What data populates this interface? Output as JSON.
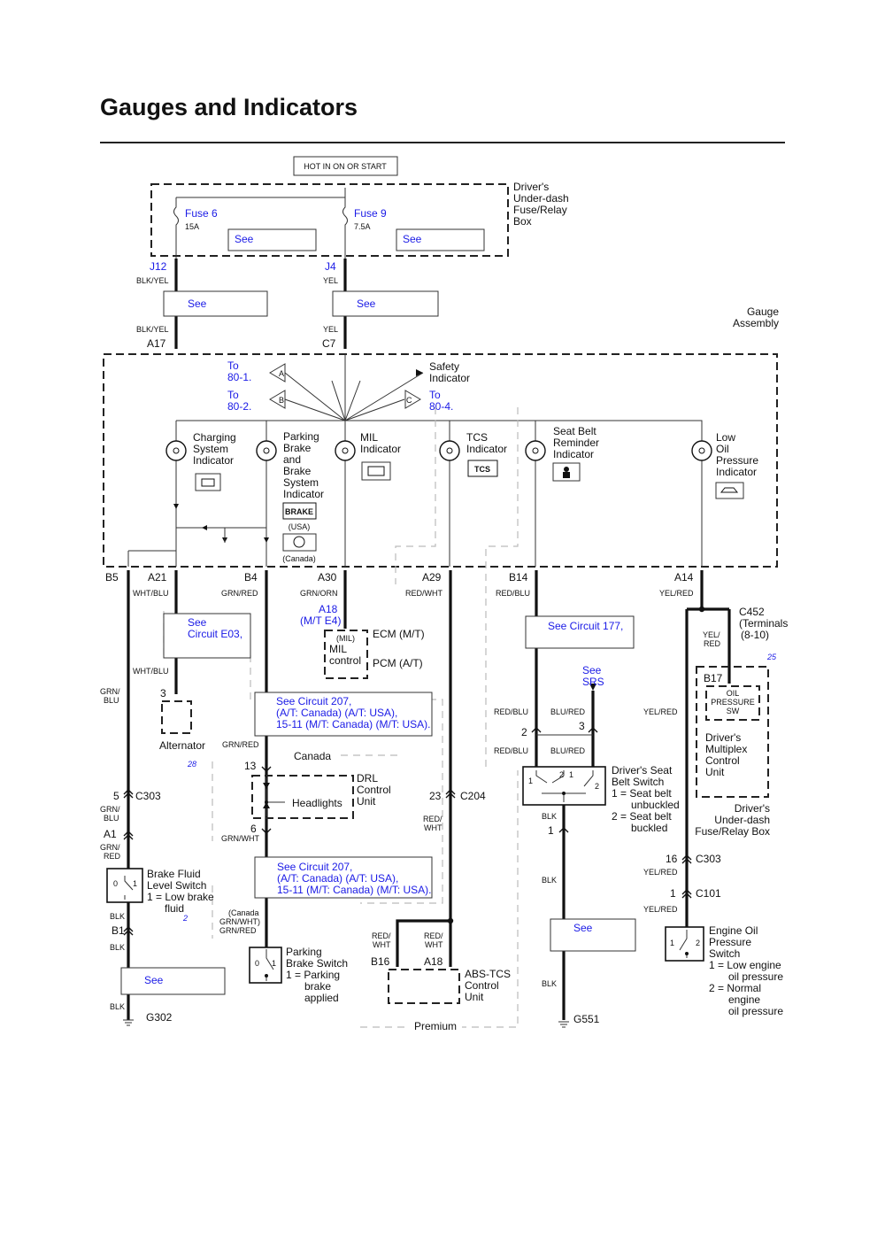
{
  "title": "Gauges and Indicators",
  "labels": {
    "hot_in_on": "HOT IN ON OR START",
    "fusebox_1": "Driver's",
    "fusebox_2": "Under-dash",
    "fusebox_3": "Fuse/Relay",
    "fusebox_4": "Box",
    "fuse6": "Fuse 6",
    "fuse6_a": "15A",
    "fuse9": "Fuse 9",
    "fuse9_a": "7.5A",
    "see": "See",
    "j12": "J12",
    "j4": "J4",
    "blk_yel": "BLK/YEL",
    "yel": "YEL",
    "a17": "A17",
    "c7": "C7",
    "gauge_1": "Gauge",
    "gauge_2": "Assembly",
    "to": "To",
    "to_801": "80-1.",
    "to_802": "80-2.",
    "to_804": "80-4.",
    "conn_a": "A",
    "conn_b": "B",
    "conn_c": "C",
    "safety_1": "Safety",
    "safety_2": "Indicator",
    "charging_1": "Charging",
    "charging_2": "System",
    "charging_3": "Indicator",
    "parking_1": "Parking",
    "parking_2": "Brake",
    "parking_3": "and",
    "parking_4": "Brake",
    "parking_5": "System",
    "parking_6": "Indicator",
    "brake_badge": "BRAKE",
    "usa_paren": "(USA)",
    "canada_paren": "(Canada)",
    "mil_1": "MIL",
    "mil_2": "Indicator",
    "tcs_1": "TCS",
    "tcs_2": "Indicator",
    "tcs_badge": "TCS",
    "seat_1": "Seat Belt",
    "seat_2": "Reminder",
    "seat_3": "Indicator",
    "oil_1": "Low",
    "oil_2": "Oil",
    "oil_3": "Pressure",
    "oil_4": "Indicator",
    "b5": "B5",
    "a21": "A21",
    "b4": "B4",
    "a30": "A30",
    "a29": "A29",
    "b14": "B14",
    "a14": "A14",
    "wht_blu": "WHT/BLU",
    "grn_red": "GRN/RED",
    "grn_orn": "GRN/ORN",
    "red_wht": "RED/WHT",
    "red_blu": "RED/BLU",
    "yel_red": "YEL/RED",
    "see_e03_1": "See",
    "see_e03_2": "Circuit E03,",
    "a18_me4_1": "A18",
    "a18_me4_2": "(M/T E4)",
    "mil_box_1": "(MIL)",
    "mil_box_2": "MIL",
    "mil_box_3": "control",
    "ecm_mt": "ECM (M/T)",
    "pcm_at": "PCM (A/T)",
    "see_177": "See Circuit 177,",
    "c452": "C452",
    "c452_t1": "(Terminals",
    "c452_t2": "(8-10)",
    "yel_red_2l_1": "YEL/",
    "yel_red_2l_2": "RED",
    "n25": "25",
    "b17": "B17",
    "ops_1": "OIL",
    "ops_2": "PRESSURE",
    "ops_3": "SW",
    "dmcu_1": "Driver's",
    "dmcu_2": "Multiplex",
    "dmcu_3": "Control",
    "dmcu_4": "Unit",
    "grn_blu_2l_1": "GRN/",
    "grn_blu_2l_2": "BLU",
    "alt_pin": "3",
    "alternator": "Alternator",
    "n28": "28",
    "see_207a_1": "See Circuit 207,",
    "see_207a_2": "(A/T: Canada) (A/T: USA),",
    "see_207a_3": "15-11 (M/T: Canada) (M/T: USA).",
    "canada": "Canada",
    "pin13": "13",
    "headlights": "Headlights",
    "drl_1": "DRL",
    "drl_2": "Control",
    "drl_3": "Unit",
    "pin6": "6",
    "grn_wht": "GRN/WHT",
    "pin23": "23",
    "c204": "C204",
    "red_wht_2l_1": "RED/",
    "red_wht_2l_2": "WHT",
    "see_srs_1": "See",
    "see_srs_2": "SRS",
    "blu_red": "BLU/RED",
    "pin2": "2",
    "pin3": "3",
    "dss_1": "Driver's Seat",
    "dss_2": "Belt Switch",
    "dss_3": "1 = Seat belt",
    "dss_4": "unbuckled",
    "dss_5": "2 = Seat belt",
    "dss_6": "buckled",
    "sw1": "1",
    "sw2": "2",
    "blk": "BLK",
    "pin1": "1",
    "dufb_1": "Driver's",
    "dufb_2": "Under-dash",
    "dufb_3": "Fuse/Relay Box",
    "pin5": "5",
    "c303": "C303",
    "a1": "A1",
    "bfl_1": "Brake Fluid",
    "bfl_2": "Level Switch",
    "bfl_3": "1 = Low brake",
    "bfl_4": "fluid",
    "n2": "2",
    "sw0": "0",
    "b1": "B1",
    "g302": "G302",
    "see_207b_1": "See Circuit 207,",
    "see_207b_2": "(A/T: Canada) (A/T: USA),",
    "see_207b_3": "15-11 (M/T: Canada) (M/T: USA).",
    "canada_gw_1": "(Canada",
    "canada_gw_2": "GRN/WHT)",
    "canada_gw_3": "GRN/RED",
    "pbs_1": "Parking",
    "pbs_2": "Brake Switch",
    "pbs_3": "1 = Parking",
    "pbs_4": "brake",
    "pbs_5": "applied",
    "b16": "B16",
    "a18": "A18",
    "abs_1": "ABS-TCS",
    "abs_2": "Control",
    "abs_3": "Unit",
    "premium": "Premium",
    "g551": "G551",
    "pin16": "16",
    "c101": "C101",
    "eop_1": "Engine Oil",
    "eop_2": "Pressure",
    "eop_3": "Switch",
    "eop_4": "1 = Low engine",
    "eop_5": "oil pressure",
    "eop_6": "2 = Normal",
    "eop_7": "engine",
    "eop_8": "oil pressure"
  }
}
